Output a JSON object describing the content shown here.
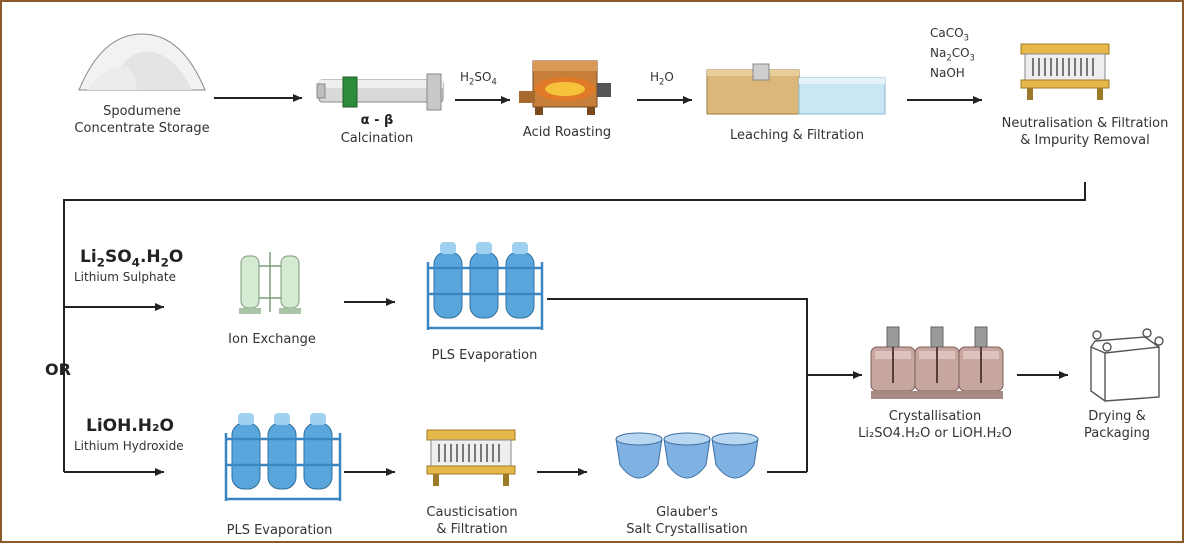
{
  "steps": {
    "storage": {
      "line1": "Spodumene",
      "line2": "Concentrate Storage"
    },
    "calcination": {
      "top": "α - β",
      "bottom": "Calcination"
    },
    "roasting": {
      "label": "Acid Roasting"
    },
    "leaching": {
      "label": "Leaching & Filtration"
    },
    "neutralisation": {
      "line1": "Neutralisation & Filtration",
      "line2": "& Impurity Removal"
    },
    "ion_exchange": {
      "label": "Ion Exchange"
    },
    "pls_evap_top": {
      "label": "PLS Evaporation"
    },
    "pls_evap_bottom": {
      "label": "PLS Evaporation"
    },
    "causticisation": {
      "line1": "Causticisation",
      "line2": "& Filtration"
    },
    "glauber": {
      "line1": "Glauber's",
      "line2": "Salt Crystallisation"
    },
    "crystallisation": {
      "line1": "Crystallisation",
      "line2": "Li₂SO4.H₂O or LiOH.H₂O"
    },
    "drying": {
      "line1": "Drying &",
      "line2": "Packaging"
    }
  },
  "reagents": {
    "h2so4": {
      "base": "H",
      "s1": "2",
      "mid": "SO",
      "s2": "4"
    },
    "h2o": {
      "base": "H",
      "s1": "2",
      "mid": "O"
    },
    "caco3": {
      "base": "CaCO",
      "s1": "3"
    },
    "na2co3": {
      "base": "Na",
      "s1": "2",
      "mid": "CO",
      "s2": "3"
    },
    "naoh": "NaOH"
  },
  "routes": {
    "sulphate": {
      "f1": "Li",
      "s1": "2",
      "f2": "SO",
      "s2": "4",
      "f3": ".H",
      "s3": "2",
      "f4": "O",
      "name": "Lithium Sulphate"
    },
    "hydroxide": {
      "formula": "LiOH.H₂O",
      "name": "Lithium Hydroxide"
    },
    "or_label": "OR"
  },
  "colors": {
    "frame": "#8b5a2b",
    "arrow": "#222222",
    "vessel_blue": "#5aa6dc",
    "kiln": "#c8863a",
    "tank_tan": "#d8b878",
    "pink_tank": "#c9a9a4"
  },
  "icons": [
    "stockpile-icon",
    "kiln-icon",
    "roaster-icon",
    "leach-tank-icon",
    "filter-press-icon",
    "ion-exchange-icon",
    "evaporator-icon",
    "crystalliser-icon",
    "glauber-vessel-icon",
    "bulk-bag-icon"
  ]
}
